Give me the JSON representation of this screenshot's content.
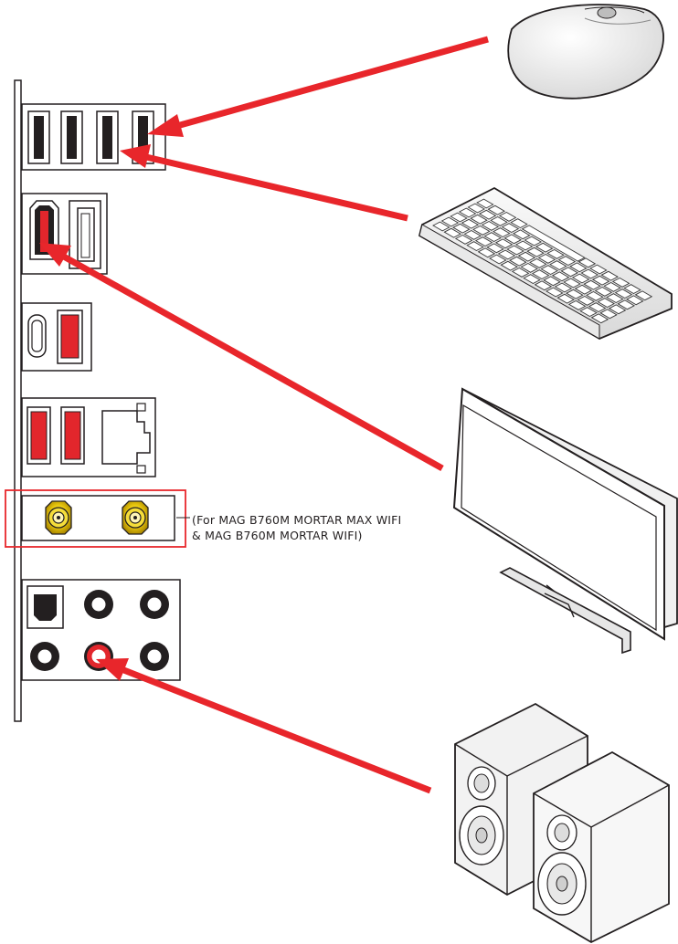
{
  "caption": {
    "line1": "(For MAG B760M MORTAR MAX WIFI",
    "line2": "& MAG B760M MORTAR WIFI)"
  },
  "colors": {
    "arrow": "#e8262b",
    "usb3_port": "#e2262c",
    "antenna_gold": "#e7c400",
    "audio_line_out": "#e2262c",
    "outline": "#231f20"
  },
  "devices": [
    "mouse-icon",
    "keyboard-icon",
    "monitor-icon",
    "speakers-icon"
  ],
  "ports": [
    "usb-2.0-ports",
    "hdmi-port",
    "displayport-port",
    "usb-c-port",
    "usb-3-ports",
    "lan-port",
    "wifi-antenna-connectors",
    "optical-spdif-out",
    "audio-jacks"
  ]
}
